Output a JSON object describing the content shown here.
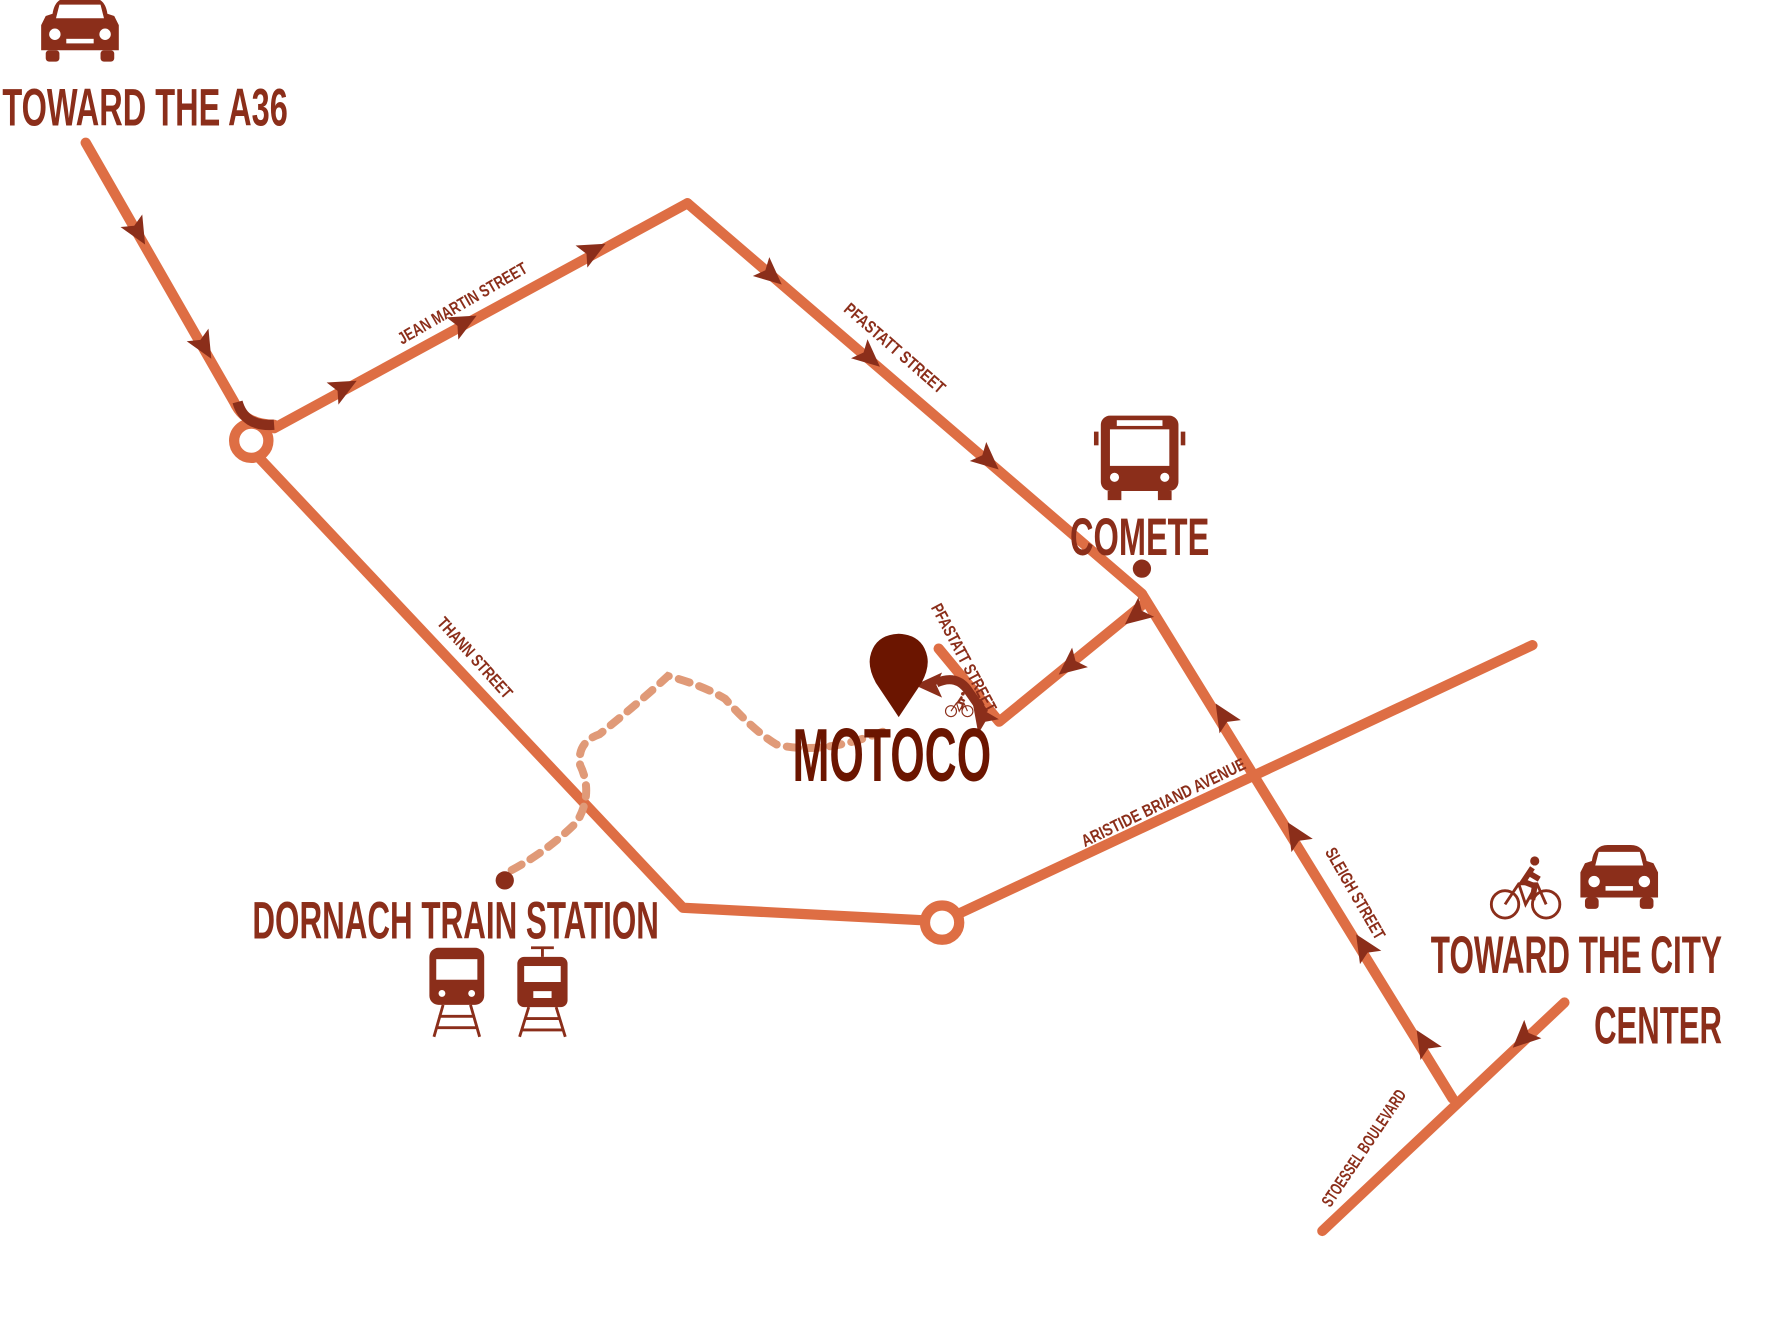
{
  "title": "MOTOCO",
  "places": {
    "motoco": "MOTOCO",
    "comete": "COMETE",
    "station": "DORNACH TRAIN STATION",
    "a36": "TOWARD THE A36",
    "city_line1": "TOWARD THE CITY",
    "city_line2": "CENTER"
  },
  "streets": {
    "jean_martin": "JEAN MARTIN STREET",
    "pfastatt": "PFASTATT STREET",
    "pfastatt_short": "PFASTATT STREET",
    "thann": "THANN STREET",
    "aristide": "ARISTIDE BRIAND AVENUE",
    "sleigh": "SLEIGH STREET",
    "stoessel": "STOESSEL BOULEVARD"
  },
  "icons": [
    "car-icon",
    "bus-icon",
    "train-icon",
    "tram-icon",
    "bicycle-icon",
    "map-pin-icon",
    "footprints-icon"
  ],
  "colors": {
    "road": "#DE6E44",
    "arrow": "#8B2E1A",
    "text": "#8B2E1A",
    "pin": "#6B1500",
    "footprints": "#E09A78"
  }
}
